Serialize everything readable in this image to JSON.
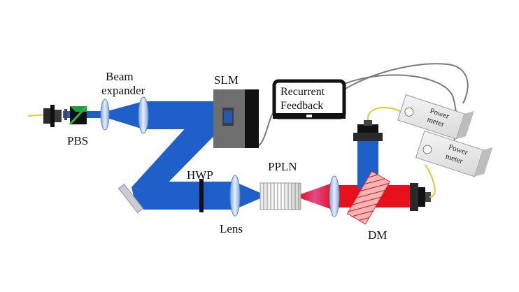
{
  "labels": {
    "beam_expander_line1": "Beam",
    "beam_expander_line2": "expander",
    "slm": "SLM",
    "pbs": "PBS",
    "hwp": "HWP",
    "ppln": "PPLN",
    "lens": "Lens",
    "dm": "DM",
    "monitor_line1": "Recurrent",
    "monitor_line2": "Feedback",
    "power_meter_1_line1": "Power",
    "power_meter_1_line2": "meter",
    "power_meter_2_line1": "Power",
    "power_meter_2_line2": "meter"
  },
  "colors": {
    "beam_blue": "#1f5fc9",
    "beam_red": "#e8101c",
    "fiber_yellow": "#e7c43a",
    "cable_gray": "#7a7a7a",
    "slm_body": "#6e6e6e",
    "device_black": "#111111",
    "optic_blue": "#a9c7ea"
  }
}
